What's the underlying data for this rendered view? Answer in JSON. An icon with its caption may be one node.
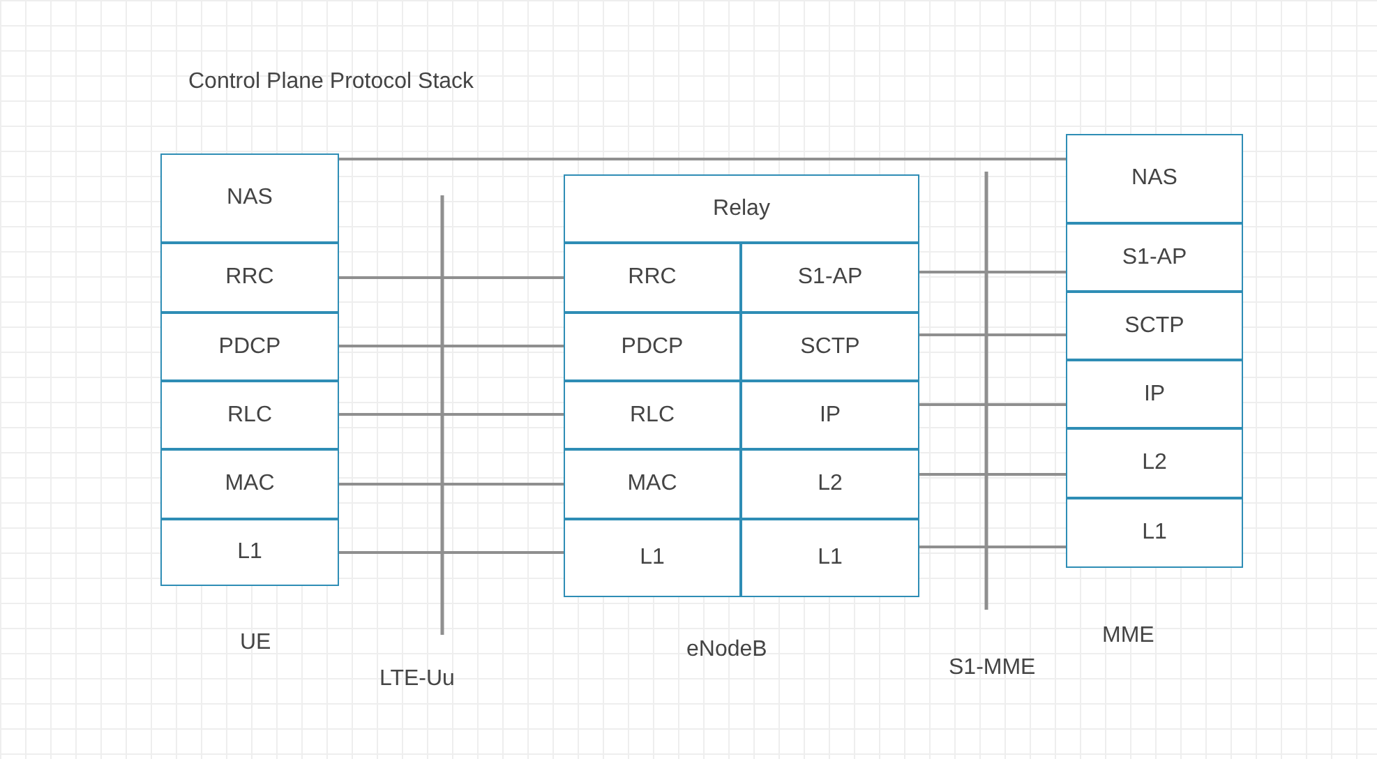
{
  "diagram": {
    "title": "Control Plane Protocol Stack",
    "nodes": [
      {
        "text": [
          "UE"
        ]
      },
      {
        "text": [
          "NAS"
        ],
        "in": 0
      },
      {
        "text": [
          "RRC"
        ],
        "in": 0
      },
      {
        "text": [
          "PDCP"
        ],
        "in": 0
      },
      {
        "text": [
          "RLC"
        ],
        "in": 0
      },
      {
        "text": [
          "MAC"
        ],
        "in": 0
      },
      {
        "text": [
          "L1"
        ],
        "in": 0
      },
      {
        "text": [
          "eNodeB"
        ]
      },
      {
        "text": [
          "Relay"
        ],
        "in": 7
      },
      {
        "text": [
          "RRC"
        ],
        "in": 7
      },
      {
        "text": [
          "S1-AP"
        ],
        "in": 7
      },
      {
        "text": [
          "PDCP"
        ],
        "in": 7
      },
      {
        "text": [
          "SCTP"
        ],
        "in": 7
      },
      {
        "text": [
          "RLC"
        ],
        "in": 7
      },
      {
        "text": [
          "IP"
        ],
        "in": 7
      },
      {
        "text": [
          "MAC"
        ],
        "in": 7
      },
      {
        "text": [
          "L2"
        ],
        "in": 7
      },
      {
        "text": [
          "L1"
        ],
        "in": 7
      },
      {
        "text": [
          "L1"
        ],
        "in": 7
      },
      {
        "text": [
          "MME"
        ]
      },
      {
        "text": [
          "NAS"
        ],
        "in": 19
      },
      {
        "text": [
          "S1-AP"
        ],
        "in": 19
      },
      {
        "text": [
          "SCTP"
        ],
        "in": 19
      },
      {
        "text": [
          "IP"
        ],
        "in": 19
      },
      {
        "text": [
          "L2"
        ],
        "in": 19
      },
      {
        "text": [
          "L1"
        ],
        "in": 19
      }
    ],
    "edges": [
      {
        "from": 1,
        "to": 20,
        "arrow": "none"
      },
      {
        "from": 2,
        "to": 9,
        "arrow": "none"
      },
      {
        "from": 3,
        "to": 11,
        "arrow": "none"
      },
      {
        "from": 4,
        "to": 13,
        "arrow": "none"
      },
      {
        "from": 5,
        "to": 15,
        "arrow": "none"
      },
      {
        "from": 6,
        "to": 17,
        "arrow": "none"
      },
      {
        "from": 10,
        "to": 21,
        "arrow": "none"
      },
      {
        "from": 12,
        "to": 22,
        "arrow": "none"
      },
      {
        "from": 14,
        "to": 23,
        "arrow": "none"
      },
      {
        "from": 16,
        "to": 24,
        "arrow": "none"
      },
      {
        "from": 18,
        "to": 25,
        "arrow": "none"
      }
    ],
    "labels": [
      "LTE-Uu",
      "S1-MME"
    ]
  }
}
